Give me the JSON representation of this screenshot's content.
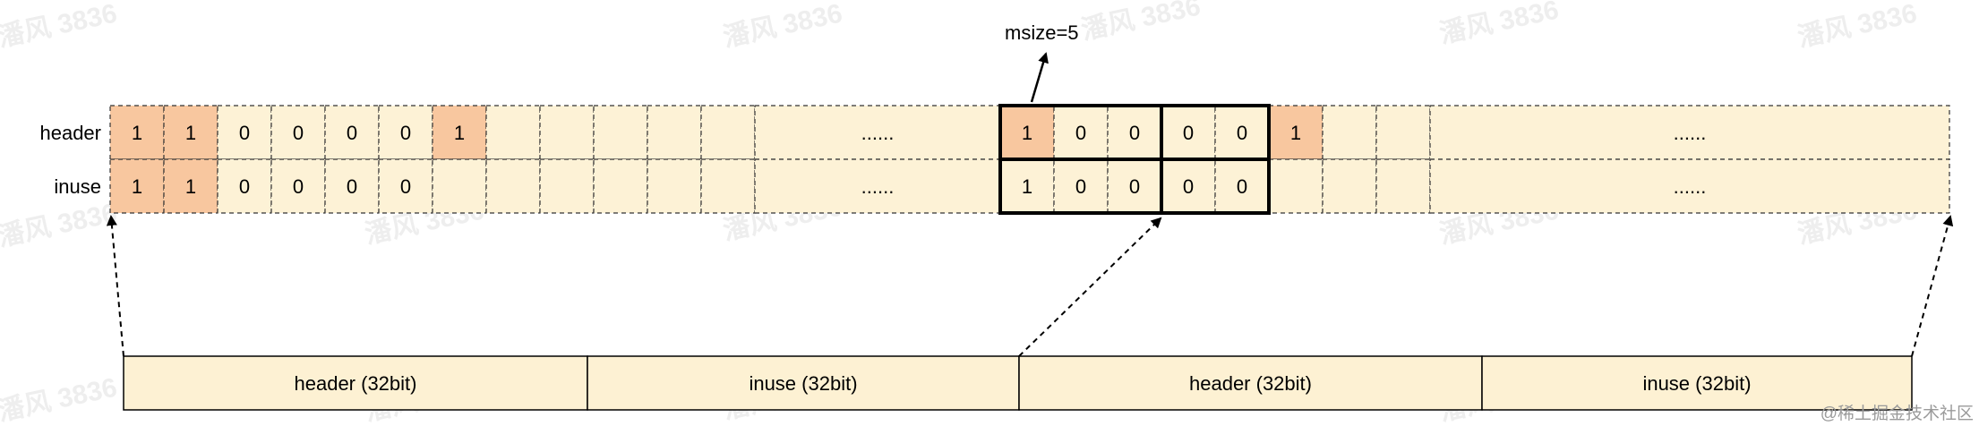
{
  "annotation": {
    "text": "msize=5"
  },
  "rows": [
    {
      "label": "header",
      "cells": [
        "1",
        "1",
        "0",
        "0",
        "0",
        "0",
        "1",
        "",
        "",
        "",
        "",
        "",
        "......",
        "1",
        "0",
        "0",
        "0",
        "0",
        "1",
        "",
        "",
        "......"
      ],
      "highlight": [
        0,
        1,
        6,
        13,
        18
      ]
    },
    {
      "label": "inuse",
      "cells": [
        "1",
        "1",
        "0",
        "0",
        "0",
        "0",
        "",
        "",
        "",
        "",
        "",
        "",
        "......",
        "1",
        "0",
        "0",
        "0",
        "0",
        "",
        "",
        "",
        "......"
      ],
      "highlight": [
        0,
        1
      ]
    }
  ],
  "words": [
    "header (32bit)",
    "inuse (32bit)",
    "header (32bit)",
    "inuse (32bit)"
  ],
  "watermark": "潘风 3836",
  "credit": "@稀土掘金技术社区",
  "colors": {
    "cell_fill": "#fdf2d6",
    "cell_highlight": "#f8c79f",
    "word_fill": "#fdf1d3",
    "stroke": "#000000"
  }
}
